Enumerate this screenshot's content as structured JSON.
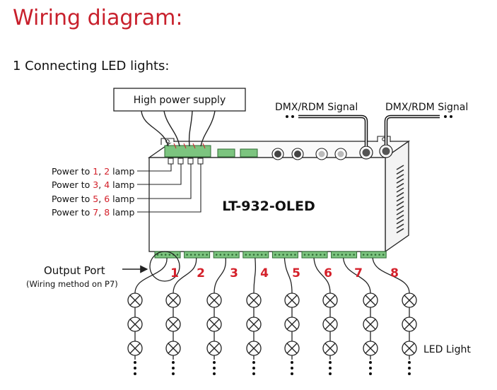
{
  "page": {
    "title": "Wiring diagram:",
    "section_title": "1 Connecting LED lights:"
  },
  "diagram": {
    "power_supply_label": "High power supply",
    "signal_in_label": "DMX/RDM Signal",
    "signal_out_label": "DMX/RDM Signal",
    "device_model": "LT-932-OLED",
    "power_labels": [
      {
        "prefix": "Power to ",
        "a": "1",
        "sep": ", ",
        "b": "2",
        "suffix": " lamp"
      },
      {
        "prefix": "Power to ",
        "a": "3",
        "sep": ", ",
        "b": "4",
        "suffix": " lamp"
      },
      {
        "prefix": "Power to ",
        "a": "5",
        "sep": ", ",
        "b": "6",
        "suffix": " lamp"
      },
      {
        "prefix": "Power to ",
        "a": "7",
        "sep": ", ",
        "b": "8",
        "suffix": " lamp"
      }
    ],
    "output_port_label": "Output Port",
    "output_port_note": "(Wiring method on P7)",
    "channel_numbers": [
      "1",
      "2",
      "3",
      "4",
      "5",
      "6",
      "7",
      "8"
    ],
    "led_light_label": "LED Light"
  },
  "colors": {
    "title_red": "#c8202c",
    "number_red": "#d4202a",
    "terminal_green": "#7cc47f",
    "line": "#222222"
  }
}
